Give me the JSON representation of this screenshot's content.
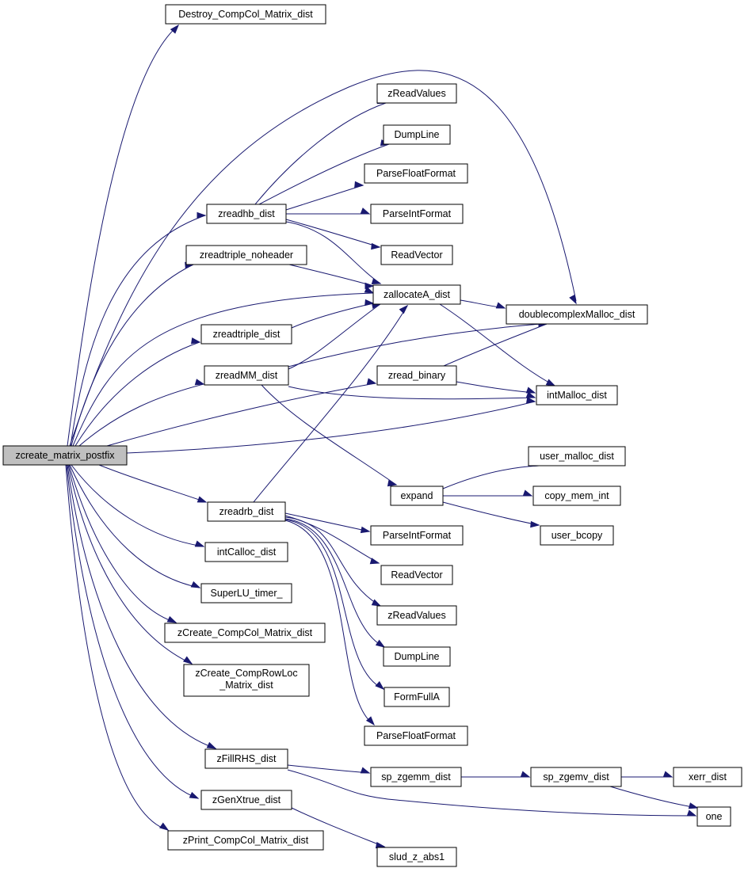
{
  "colors": {
    "edge": "#191970",
    "node_border": "#000000",
    "root_fill": "#bfbfbf",
    "node_fill": "#ffffff"
  },
  "nodes": {
    "zcreate_matrix_postfix": "zcreate_matrix_postfix",
    "Destroy_CompCol_Matrix_dist": "Destroy_CompCol_Matrix_dist",
    "zreadhb_dist": "zreadhb_dist",
    "zreadtriple_noheader": "zreadtriple_noheader",
    "zreadtriple_dist": "zreadtriple_dist",
    "zreadMM_dist": "zreadMM_dist",
    "zreadrb_dist": "zreadrb_dist",
    "intCalloc_dist": "intCalloc_dist",
    "SuperLU_timer_": "SuperLU_timer_",
    "zCreate_CompCol_Matrix_dist": "zCreate_CompCol_Matrix_dist",
    "zCreate_CompRowLoc_Matrix_dist_1": "zCreate_CompRowLoc",
    "zCreate_CompRowLoc_Matrix_dist_2": "_Matrix_dist",
    "zFillRHS_dist": "zFillRHS_dist",
    "zGenXtrue_dist": "zGenXtrue_dist",
    "zPrint_CompCol_Matrix_dist": "zPrint_CompCol_Matrix_dist",
    "zReadValues_a": "zReadValues",
    "DumpLine_a": "DumpLine",
    "ParseFloatFormat_a": "ParseFloatFormat",
    "ParseIntFormat_a": "ParseIntFormat",
    "ReadVector_a": "ReadVector",
    "zallocateA_dist": "zallocateA_dist",
    "zread_binary": "zread_binary",
    "expand": "expand",
    "ParseIntFormat_b": "ParseIntFormat",
    "ReadVector_b": "ReadVector",
    "zReadValues_b": "zReadValues",
    "DumpLine_b": "DumpLine",
    "FormFullA": "FormFullA",
    "ParseFloatFormat_b": "ParseFloatFormat",
    "sp_zgemm_dist": "sp_zgemm_dist",
    "slud_z_abs1": "slud_z_abs1",
    "doublecomplexMalloc_dist": "doublecomplexMalloc_dist",
    "intMalloc_dist": "intMalloc_dist",
    "user_malloc_dist": "user_malloc_dist",
    "copy_mem_int": "copy_mem_int",
    "user_bcopy": "user_bcopy",
    "sp_zgemv_dist": "sp_zgemv_dist",
    "xerr_dist": "xerr_dist",
    "one": "one"
  }
}
